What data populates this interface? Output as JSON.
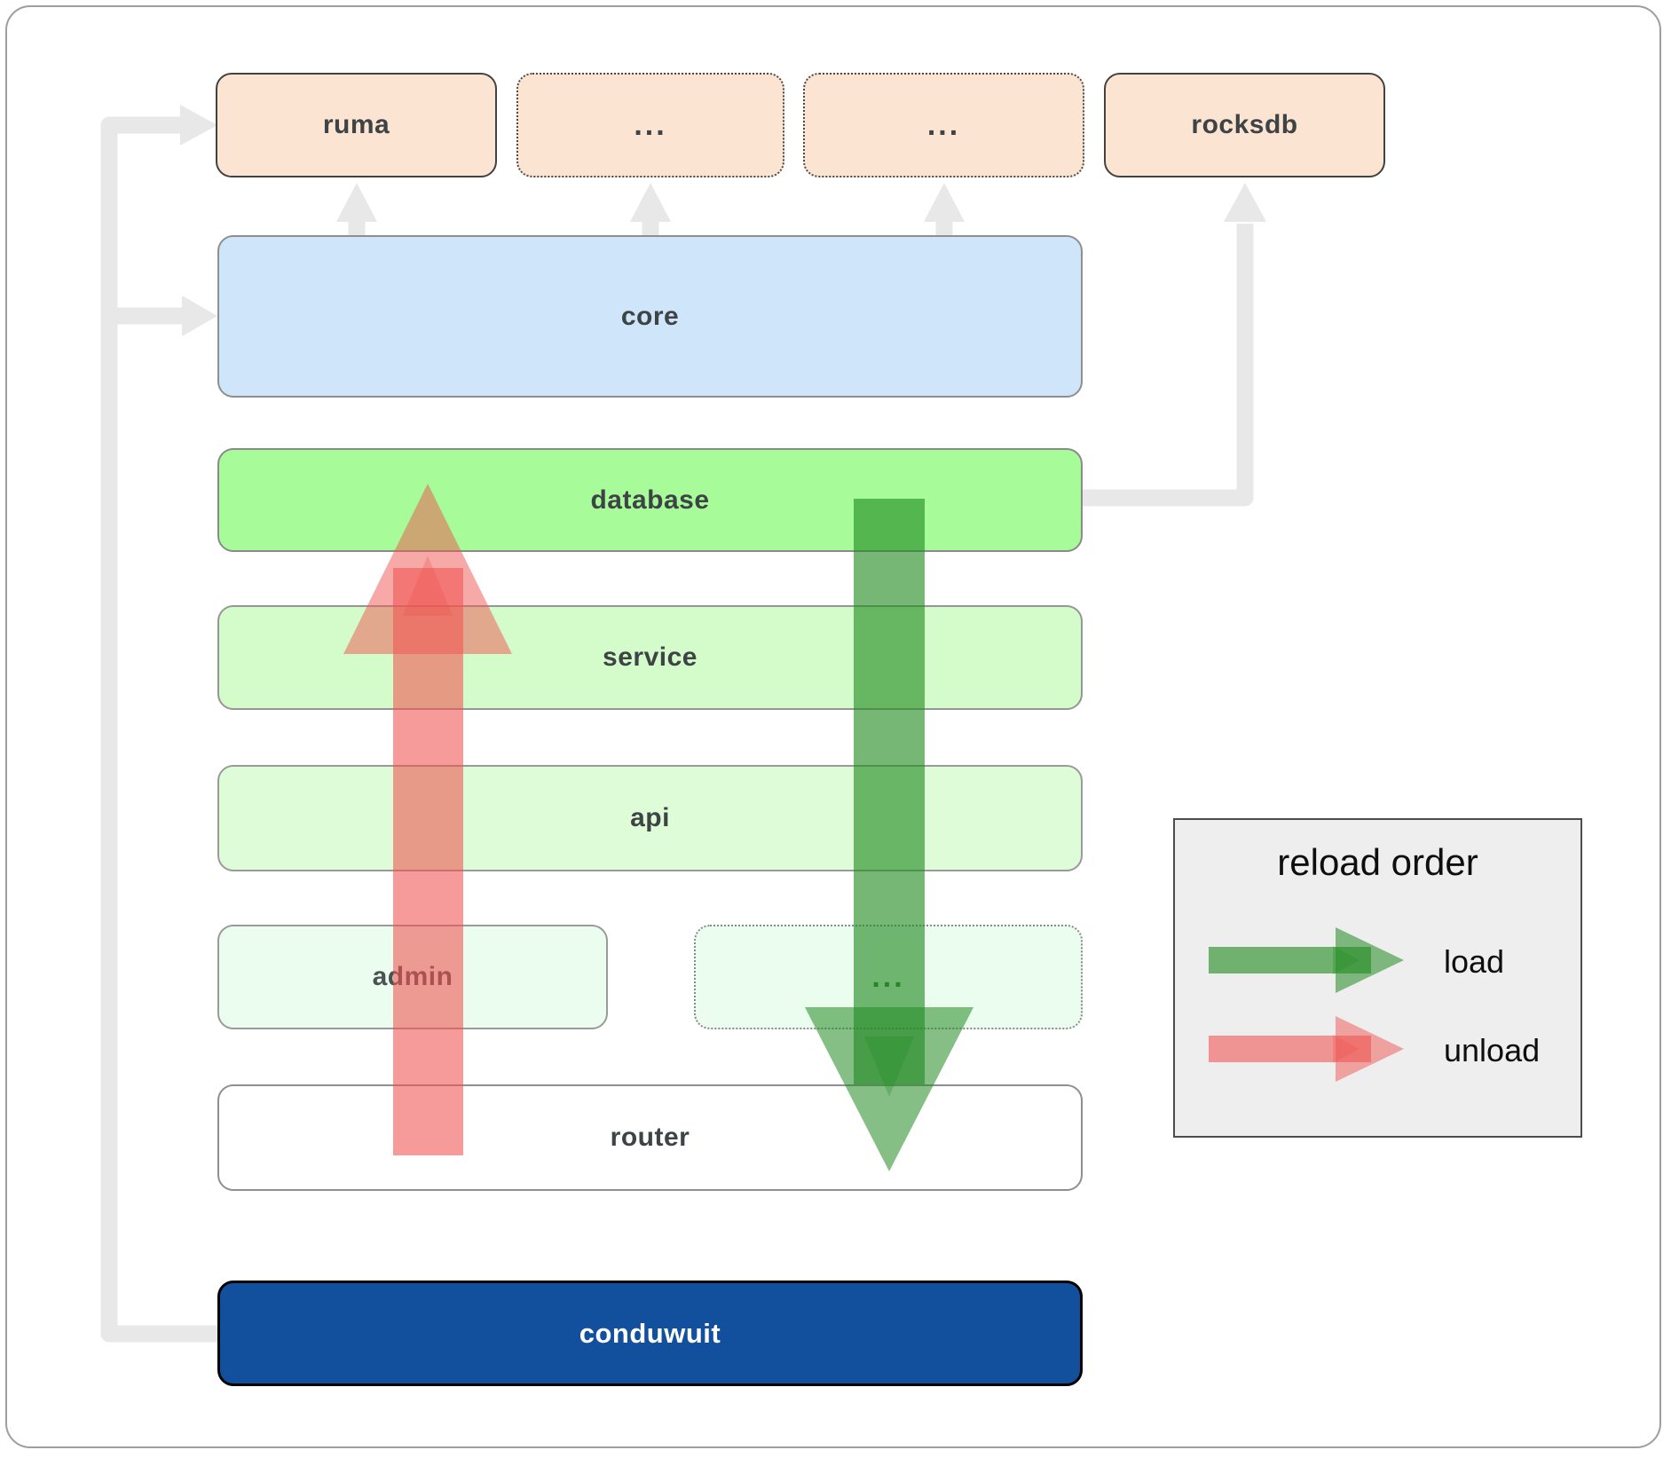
{
  "boxes": {
    "top_row": [
      {
        "label": "ruma",
        "border": "solid"
      },
      {
        "label": "...",
        "border": "dotted"
      },
      {
        "label": "...",
        "border": "dotted"
      },
      {
        "label": "rocksdb",
        "border": "solid"
      }
    ],
    "core": {
      "label": "core"
    },
    "database": {
      "label": "database"
    },
    "service": {
      "label": "service"
    },
    "api": {
      "label": "api"
    },
    "admin": {
      "label": "admin"
    },
    "admin_more": {
      "label": "..."
    },
    "router": {
      "label": "router"
    },
    "app": {
      "label": "conduwuit"
    }
  },
  "legend": {
    "title": "reload order",
    "items": [
      {
        "label": "load",
        "color": "#228b22"
      },
      {
        "label": "unload",
        "color": "#ef5350"
      }
    ]
  },
  "colors": {
    "module_fill": "#fce4d2",
    "core_fill": "#cfe5f9",
    "database_fill": "#a7fb99",
    "service_fill": "#d4fccb",
    "api_fill": "#defcd8",
    "admin_fill": "#eafdee",
    "router_fill": "#ffffff",
    "app_fill": "#12509e",
    "connector_gray": "#e8e8e8",
    "load_arrow": "#228b22",
    "unload_arrow": "#ef5350"
  }
}
